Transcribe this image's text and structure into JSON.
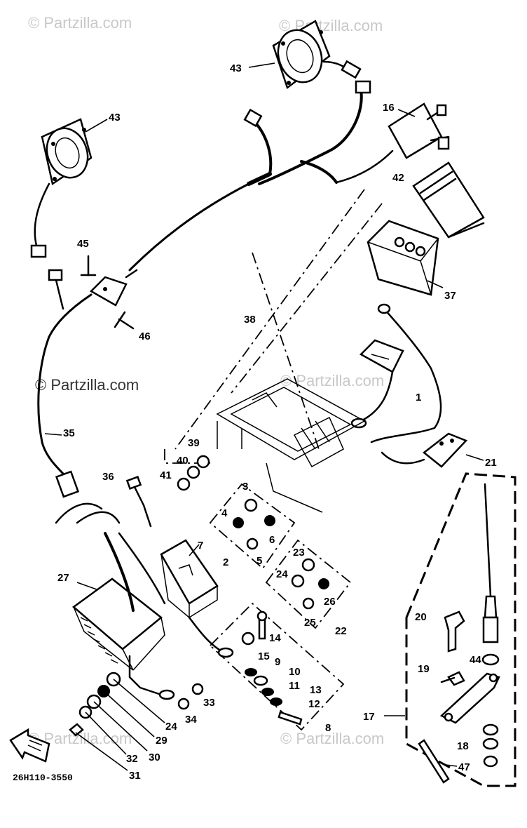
{
  "watermarks": {
    "top_left": "© Partzilla.com",
    "top_right": "© Partzilla.com",
    "middle_left": "© Partzilla.com",
    "middle_right": "© Partzilla.com",
    "bottom_left": "© Partzilla.com",
    "bottom_right": "© Partzilla.com"
  },
  "diagram_code": "26H110-3550",
  "callouts": {
    "c43a": "43",
    "c43b": "43",
    "c16": "16",
    "c42": "42",
    "c45": "45",
    "c37": "37",
    "c46": "46",
    "c38": "38",
    "c1": "1",
    "c35": "35",
    "c39": "39",
    "c40": "40",
    "c41": "41",
    "c21": "21",
    "c36": "36",
    "c3": "3",
    "c4": "4",
    "c6": "6",
    "c5": "5",
    "c2": "2",
    "c7": "7",
    "c27": "27",
    "c23": "23",
    "c24a": "24",
    "c26": "26",
    "c25": "25",
    "c22": "22",
    "c14": "14",
    "c15": "15",
    "c9": "9",
    "c10": "10",
    "c11": "11",
    "c13": "13",
    "c12": "12",
    "c8": "8",
    "c20": "20",
    "c44": "44",
    "c19": "19",
    "c17": "17",
    "c18": "18",
    "c47": "47",
    "c33": "33",
    "c34": "34",
    "c24b": "24",
    "c29": "29",
    "c30": "30",
    "c32": "32",
    "c31": "31"
  },
  "icons": {
    "front_arrow": "front-arrow-icon"
  }
}
